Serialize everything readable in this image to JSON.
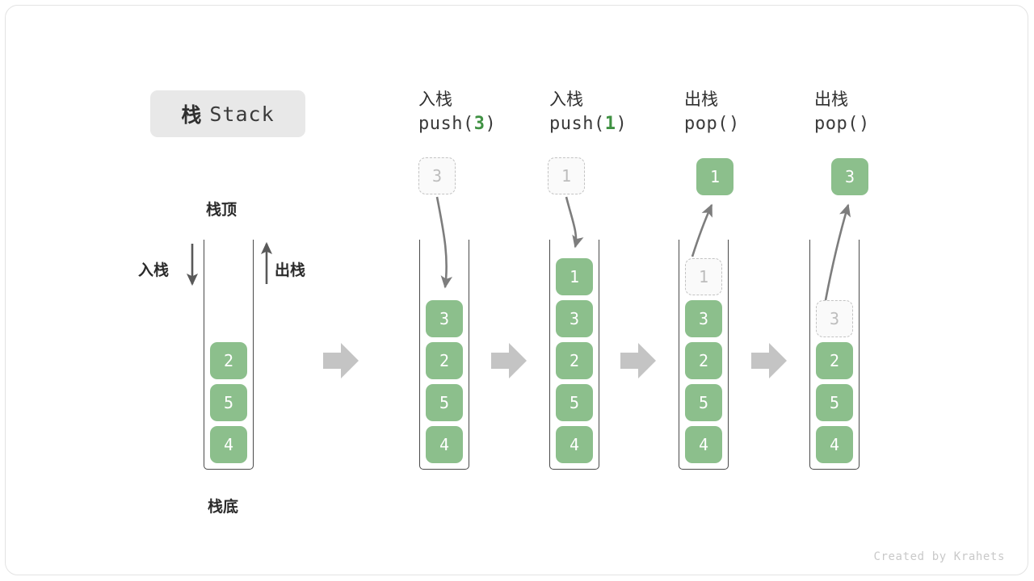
{
  "title": {
    "cn": "栈",
    "en": "Stack"
  },
  "labels": {
    "top": "栈顶",
    "bottom": "栈底",
    "push": "入栈",
    "pop": "出栈"
  },
  "credit": "Created by Krahets",
  "colors": {
    "element_green": "#8cbf8c",
    "accent_green": "#3f9142",
    "ghost_border": "#c3c3c3",
    "ghost_text": "#bdbdbd",
    "container_stroke": "#4a4a4a",
    "arrow_gray": "#9e9e9e",
    "chip_bg": "#e8e8e8"
  },
  "initial_stack": {
    "elements": [
      "2",
      "5",
      "4"
    ]
  },
  "steps": [
    {
      "op_cn": "入栈",
      "code_prefix": "push(",
      "code_arg": "3",
      "code_suffix": ")",
      "floating": {
        "value": "3",
        "style": "ghost",
        "position": "above"
      },
      "elements": [
        {
          "value": "3",
          "style": "solid"
        },
        {
          "value": "2",
          "style": "solid"
        },
        {
          "value": "5",
          "style": "solid"
        },
        {
          "value": "4",
          "style": "solid"
        }
      ]
    },
    {
      "op_cn": "入栈",
      "code_prefix": "push(",
      "code_arg": "1",
      "code_suffix": ")",
      "floating": {
        "value": "1",
        "style": "ghost",
        "position": "above"
      },
      "elements": [
        {
          "value": "1",
          "style": "solid"
        },
        {
          "value": "3",
          "style": "solid"
        },
        {
          "value": "2",
          "style": "solid"
        },
        {
          "value": "5",
          "style": "solid"
        },
        {
          "value": "4",
          "style": "solid"
        }
      ]
    },
    {
      "op_cn": "出栈",
      "code_prefix": "pop(",
      "code_arg": "",
      "code_suffix": ")",
      "floating": {
        "value": "1",
        "style": "solid",
        "position": "above"
      },
      "elements": [
        {
          "value": "1",
          "style": "ghost"
        },
        {
          "value": "3",
          "style": "solid"
        },
        {
          "value": "2",
          "style": "solid"
        },
        {
          "value": "5",
          "style": "solid"
        },
        {
          "value": "4",
          "style": "solid"
        }
      ]
    },
    {
      "op_cn": "出栈",
      "code_prefix": "pop(",
      "code_arg": "",
      "code_suffix": ")",
      "floating": {
        "value": "3",
        "style": "solid",
        "position": "above"
      },
      "elements": [
        {
          "value": "3",
          "style": "ghost"
        },
        {
          "value": "2",
          "style": "solid"
        },
        {
          "value": "5",
          "style": "solid"
        },
        {
          "value": "4",
          "style": "solid"
        }
      ]
    }
  ]
}
